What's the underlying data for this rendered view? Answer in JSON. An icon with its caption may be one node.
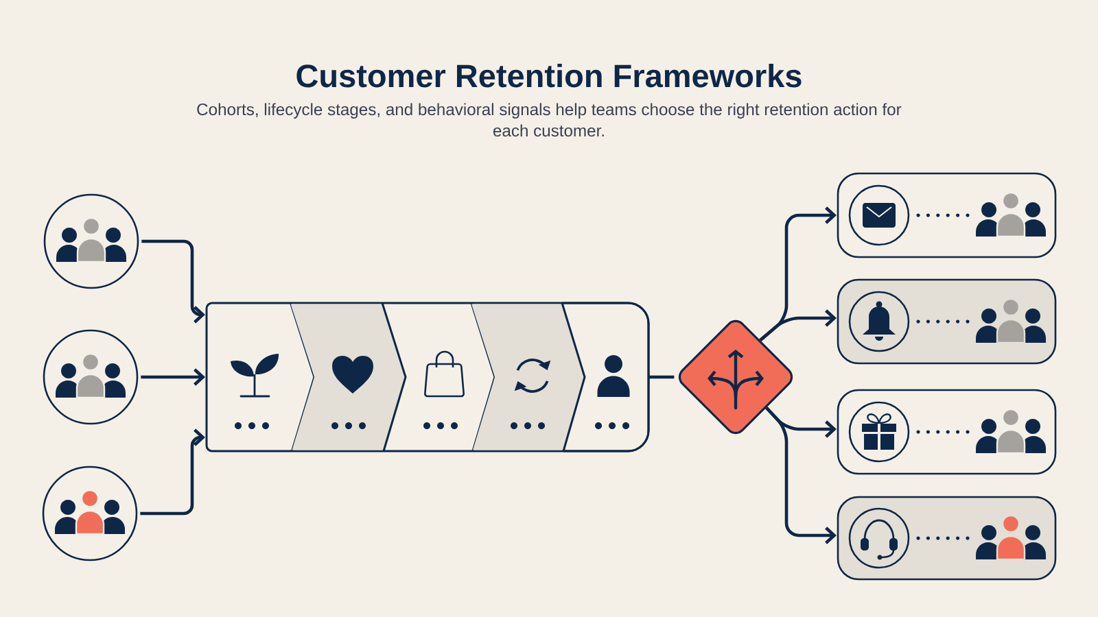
{
  "diagram": {
    "title": "Customer Retention Frameworks",
    "caption": "Cohorts, lifecycle stages, and behavioral signals help teams choose the right retention action for each customer.",
    "nodes": [
      {
        "text": [],
        "shape": "circle"
      },
      {
        "text": [],
        "shape": "circle"
      },
      {
        "text": [],
        "shape": "circle"
      },
      {
        "text": [],
        "shape": "box"
      },
      {
        "text": [],
        "shape": "chevron",
        "in": 3
      },
      {
        "text": [],
        "shape": "chevron",
        "in": 3
      },
      {
        "text": [],
        "shape": "chevron",
        "in": 3
      },
      {
        "text": [],
        "shape": "chevron",
        "in": 3
      },
      {
        "text": [],
        "shape": "chevron",
        "in": 3
      },
      {
        "text": [],
        "shape": "diamond"
      },
      {
        "text": [],
        "shape": "box"
      },
      {
        "text": [],
        "shape": "box"
      },
      {
        "text": [],
        "shape": "box"
      },
      {
        "text": [],
        "shape": "box"
      }
    ],
    "edges": [
      {
        "from": 0,
        "to": 3,
        "arrow": "to"
      },
      {
        "from": 1,
        "to": 3,
        "arrow": "to"
      },
      {
        "from": 2,
        "to": 3,
        "arrow": "to"
      },
      {
        "from": 3,
        "to": 9,
        "arrow": "none"
      },
      {
        "from": 9,
        "to": 10,
        "arrow": "to"
      },
      {
        "from": 9,
        "to": 11,
        "arrow": "to"
      },
      {
        "from": 9,
        "to": 12,
        "arrow": "to"
      },
      {
        "from": 9,
        "to": 13,
        "arrow": "to"
      }
    ]
  }
}
